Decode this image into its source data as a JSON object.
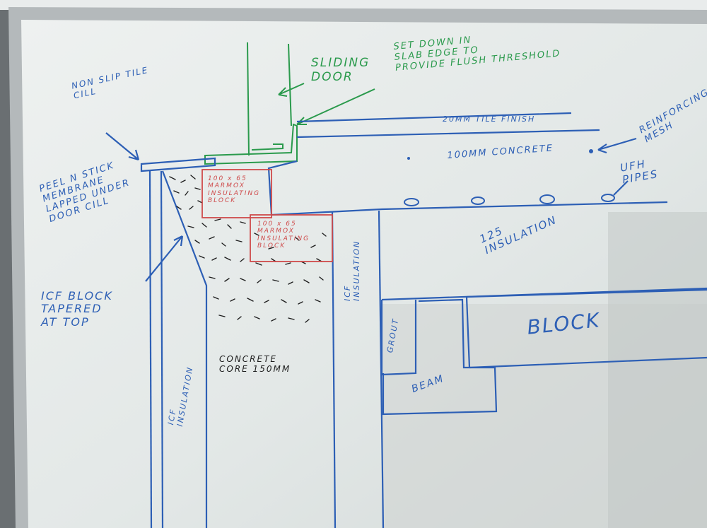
{
  "colors": {
    "board": "#e7ebea",
    "frame": "#b4b9bb",
    "blue_marker": "#2d5fb5",
    "green_marker": "#2a9a4c",
    "red_marker": "#cf4a4a",
    "black_marker": "#1e1e1e"
  },
  "labels": {
    "sliding_door": "SLIDING\nDOOR",
    "set_down": "SET DOWN IN\nSLAB EDGE TO\nPROVIDE FLUSH THRESHOLD",
    "tile_cill": "NON SLIP TILE\nCILL",
    "tile_finish": "20MM TILE FINISH",
    "reinforcing_mesh": "REINFORCING\nMESH",
    "concrete_100": "100MM CONCRETE",
    "ufh_pipes": "UFH\nPIPES",
    "membrane": "PEEL N STICK\nMEMBRANE\nLAPPED UNDER\nDOOR CILL",
    "marmox_1": "100 x 65\nMARMOX\nINSULATING\nBLOCK",
    "marmox_2": "100 x 65\nMARMOX\nINSULATING\nBLOCK",
    "insulation_125": "125\nINSULATION",
    "icf_block": "ICF BLOCK\nTAPERED\nAT TOP",
    "icf_insulation_right": "ICF\nINSULATION",
    "icf_insulation_left": "ICF\nINSULATION",
    "grout": "GROUT",
    "block": "BLOCK",
    "concrete_core": "CONCRETE\nCORE  150MM",
    "beam": "BEAM"
  }
}
